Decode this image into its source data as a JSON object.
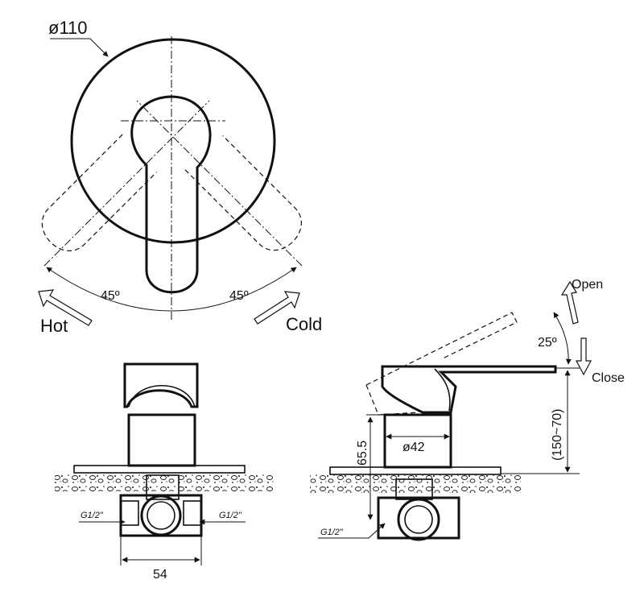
{
  "top_view": {
    "diameter_label": "ø110",
    "angle_left": "45º",
    "angle_right": "45º",
    "hot_label": "Hot",
    "cold_label": "Cold"
  },
  "front_view": {
    "thread_left": "G1/2\"",
    "thread_right": "G1/2\"",
    "width_label": "54"
  },
  "side_view": {
    "open_label": "Open",
    "close_label": "Close",
    "angle_label": "25º",
    "height_label": "65.5",
    "body_diameter_label": "ø42",
    "range_label": "(150~70)",
    "thread_label": "G1/2\""
  }
}
